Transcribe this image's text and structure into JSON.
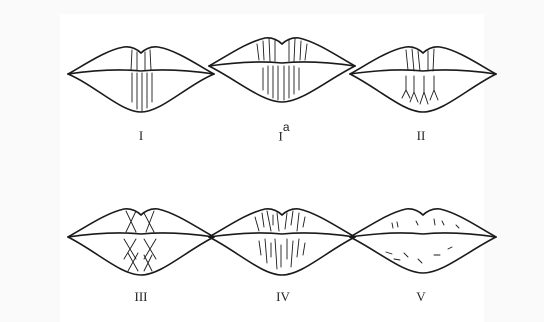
{
  "figure": {
    "items": [
      {
        "label": "I",
        "sup": ""
      },
      {
        "label": "I",
        "sup": "a"
      },
      {
        "label": "II",
        "sup": ""
      },
      {
        "label": "III",
        "sup": ""
      },
      {
        "label": "IV",
        "sup": ""
      },
      {
        "label": "V",
        "sup": ""
      }
    ]
  }
}
